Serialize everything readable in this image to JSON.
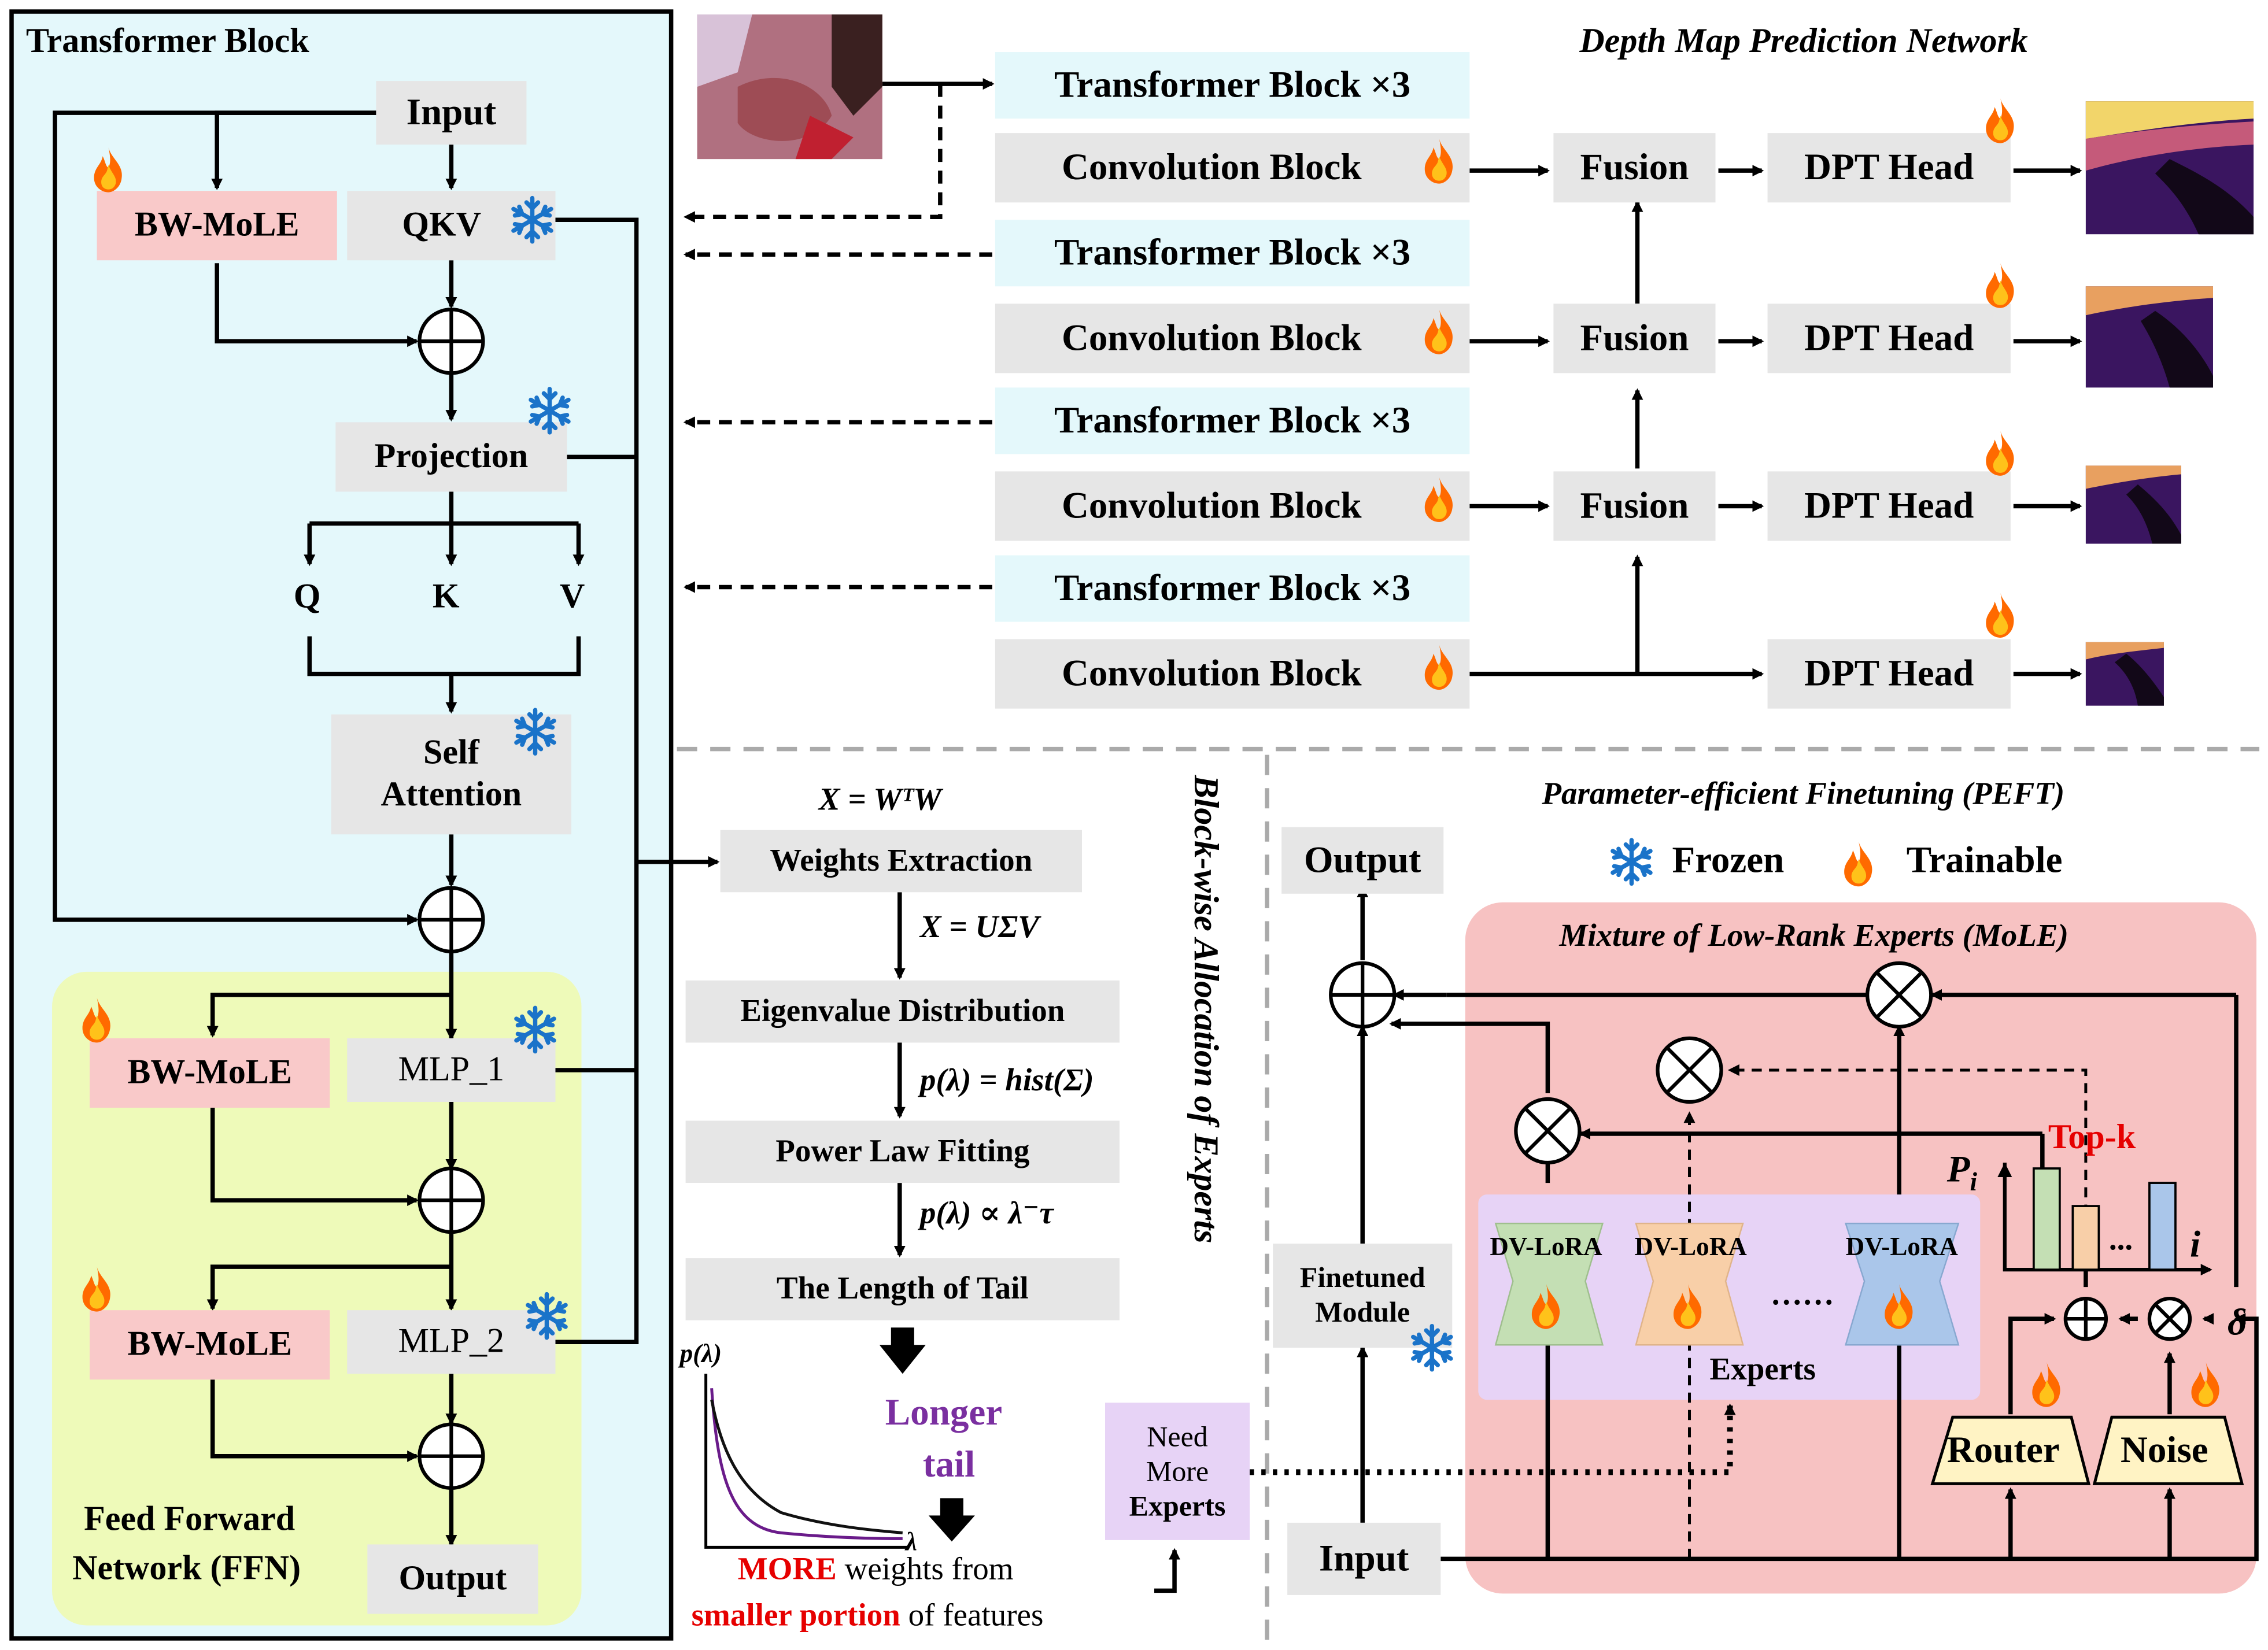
{
  "transformer_block": {
    "title": "Transformer Block",
    "input": "Input",
    "bwmole1": "BW-MoLE",
    "qkv": "QKV",
    "projection": "Projection",
    "q": "Q",
    "k": "K",
    "v": "V",
    "self_attention_1": "Self",
    "self_attention_2": "Attention",
    "bwmole2": "BW-MoLE",
    "mlp1": "MLP_1",
    "bwmole3": "BW-MoLE",
    "mlp2": "MLP_2",
    "output": "Output",
    "ffn_label_1": "Feed Forward",
    "ffn_label_2": "Network (FFN)"
  },
  "depth_network": {
    "title": "Depth Map Prediction Network",
    "rows": [
      {
        "transformer": "Transformer Block ×3",
        "conv": "Convolution Block",
        "fusion": "Fusion",
        "head": "DPT Head"
      },
      {
        "transformer": "Transformer Block ×3",
        "conv": "Convolution Block",
        "fusion": "Fusion",
        "head": "DPT Head"
      },
      {
        "transformer": "Transformer Block ×3",
        "conv": "Convolution Block",
        "fusion": "Fusion",
        "head": "DPT Head"
      },
      {
        "transformer": "Transformer Block ×3",
        "conv": "Convolution Block",
        "head": "DPT Head"
      }
    ]
  },
  "allocation": {
    "side_title": "Block-wise Allocation of Experts",
    "eq1": "X = WᵀW",
    "step1": "Weights Extraction",
    "eq2": "X = UΣV",
    "step2": "Eigenvalue Distribution",
    "eq3": "p(λ) = hist(Σ)",
    "step3": "Power Law Fitting",
    "eq4": "p(λ) ∝ λ⁻τ",
    "step4": "The Length of Tail",
    "longer": "Longer",
    "tail": "tail",
    "plot_ylabel": "p(λ)",
    "plot_xlabel": "λ",
    "more": "MORE",
    "weights_from": " weights from",
    "smaller_portion": "smaller portion",
    "of_features": " of features",
    "need1": "Need",
    "need2": "More",
    "need3": "Experts"
  },
  "peft": {
    "title": "Parameter-efficient Finetuning (PEFT)",
    "output": "Output",
    "frozen": "Frozen",
    "trainable": "Trainable",
    "mole_title": "Mixture of Low-Rank Experts (MoLE)",
    "finetuned1": "Finetuned",
    "finetuned2": "Module",
    "input": "Input",
    "experts_label": "Experts",
    "ellipsis": "……",
    "lora": [
      "DV-LoRA",
      "DV-LoRA",
      "DV-LoRA"
    ],
    "router": "Router",
    "noise": "Noise",
    "topk": "Top-k",
    "pi": "P",
    "pi_sub": "i",
    "i_axis": "i",
    "delta": "δ",
    "bars_ellipsis": "..."
  },
  "colors": {
    "cyan_bg": "#e4f8fb",
    "ffn_bg": "#eefab9",
    "pink_bg": "#f9c9c9",
    "mole_bg": "#f7c2c2",
    "experts_bg": "#e7d3f6",
    "fire": "#ff6a00",
    "snow": "#1a73c9",
    "purple": "#7a2fa0",
    "red": "#e60000",
    "lora_green": "#c4dfb4",
    "lora_orange": "#f8cfa8",
    "lora_blue": "#aac6ea"
  }
}
